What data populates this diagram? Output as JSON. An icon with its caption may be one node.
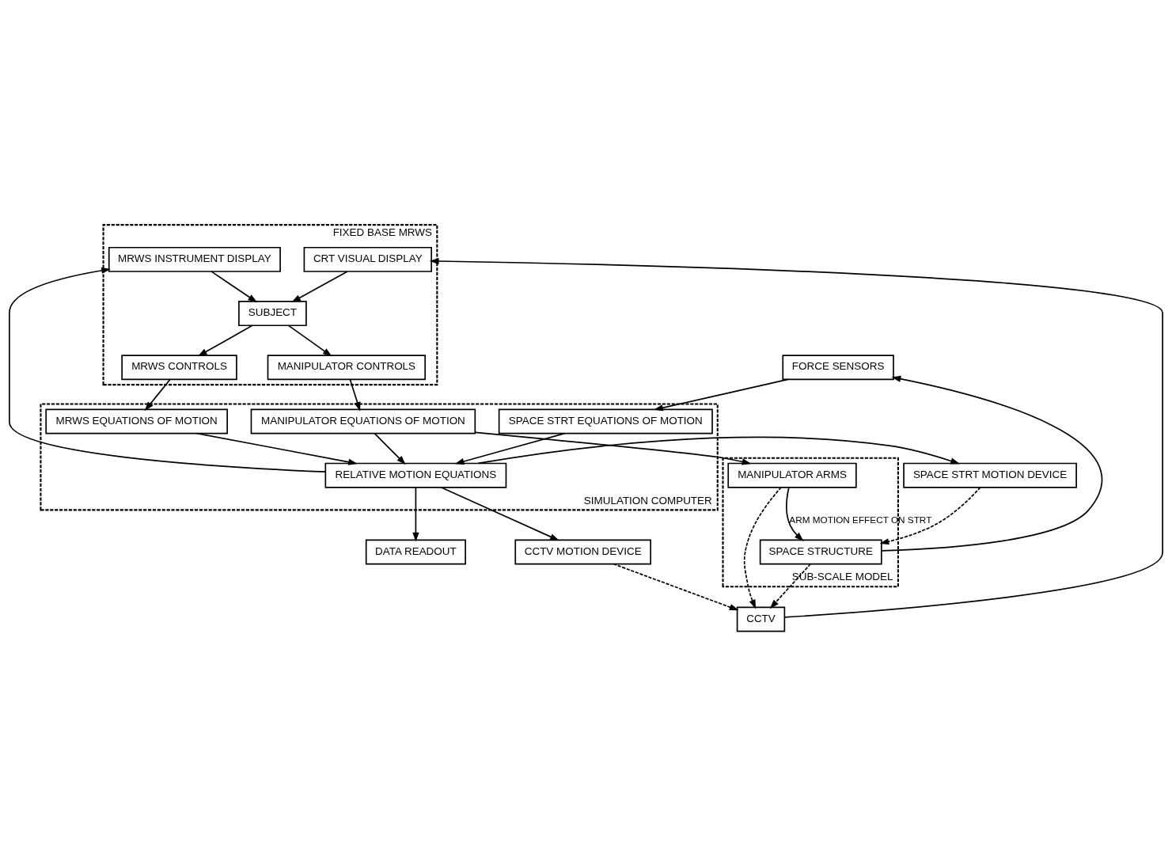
{
  "diagram": {
    "nodes": [
      {
        "text": [
          "CCTV MOTION DEVICE"
        ]
      },
      {
        "text": [
          "SPACE STRT MOTION DEVICE"
        ]
      },
      {
        "text": [
          "DATA READOUT"
        ]
      },
      {
        "text": [
          "CCTV"
        ]
      },
      {
        "text": [
          "SUB-SCALE MODEL"
        ]
      },
      {
        "text": [
          "SPACE STRUCTURE"
        ],
        "in": 4
      },
      {
        "text": [
          "MANIPULATOR ARMS"
        ],
        "in": 4
      },
      {
        "text": [
          "FORCE SENSORS"
        ]
      },
      {
        "text": [
          "FIXED BASE MRWS"
        ]
      },
      {
        "text": [
          "CRT VISUAL DISPLAY"
        ],
        "in": 8
      },
      {
        "text": [
          "SUBJECT"
        ],
        "in": 8
      },
      {
        "text": [
          "MANIPULATOR CONTROLS"
        ],
        "in": 8
      },
      {
        "text": [
          "MRWS CONTROLS"
        ],
        "in": 8
      },
      {
        "text": [
          "MRWS INSTRUMENT DISPLAY"
        ],
        "in": 8
      },
      {
        "text": [
          "SIMULATION COMPUTER"
        ]
      },
      {
        "text": [
          "SPACE STRT EQUATIONS OF MOTION"
        ],
        "in": 14
      },
      {
        "text": [
          "MANIPULATOR EQUATIONS OF MOTION"
        ],
        "in": 14
      },
      {
        "text": [
          "MRWS EQUATIONS OF MOTION"
        ],
        "in": 14
      },
      {
        "text": [
          "RELATIVE MOTION EQUATIONS"
        ],
        "in": 14
      }
    ],
    "edges": [
      {
        "from": 18,
        "to": 0,
        "arrow": "to"
      },
      {
        "from": 18,
        "to": 1,
        "arrow": "to"
      },
      {
        "from": 18,
        "to": 2,
        "arrow": "to"
      },
      {
        "from": 0,
        "to": 3,
        "arrow": "to",
        "style": "dashed"
      },
      {
        "from": 1,
        "to": 5,
        "arrow": "to",
        "style": "dashed"
      },
      {
        "from": 5,
        "to": 3,
        "arrow": "to",
        "style": "dashed"
      },
      {
        "from": 6,
        "to": 3,
        "arrow": "to",
        "style": "dashed"
      },
      {
        "from": 5,
        "to": 7,
        "arrow": "to"
      },
      {
        "from": 6,
        "to": 5,
        "arrow": "to",
        "label": "ARM MOTION EFFECT ON STRT"
      },
      {
        "from": 3,
        "to": 9,
        "arrow": "to"
      },
      {
        "from": 9,
        "to": 10,
        "arrow": "to"
      },
      {
        "from": 13,
        "to": 10,
        "arrow": "to"
      },
      {
        "from": 10,
        "to": 11,
        "arrow": "to"
      },
      {
        "from": 10,
        "to": 12,
        "arrow": "to"
      },
      {
        "from": 11,
        "to": 16,
        "arrow": "to"
      },
      {
        "from": 12,
        "to": 17,
        "arrow": "to"
      },
      {
        "from": 16,
        "to": 6,
        "arrow": "to"
      },
      {
        "from": 7,
        "to": 15,
        "arrow": "to"
      },
      {
        "from": 15,
        "to": 18,
        "arrow": "to"
      },
      {
        "from": 16,
        "to": 18,
        "arrow": "to"
      },
      {
        "from": 17,
        "to": 18,
        "arrow": "to"
      },
      {
        "from": 18,
        "to": 13,
        "arrow": "to"
      }
    ]
  }
}
